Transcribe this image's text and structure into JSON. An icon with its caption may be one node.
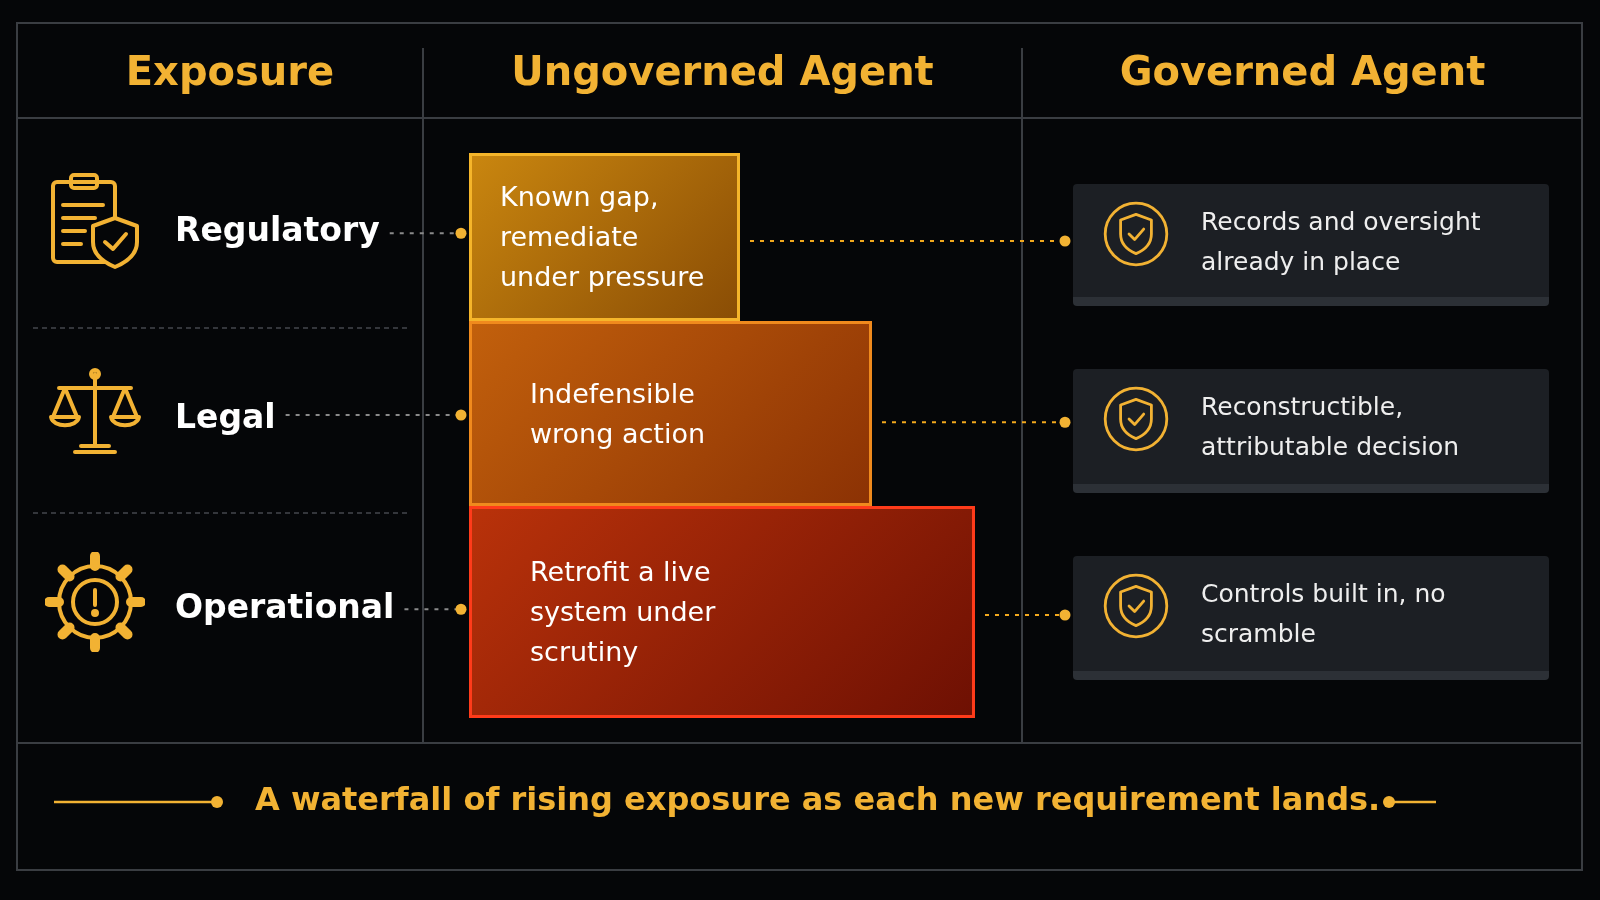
{
  "diagram": {
    "caption": "A waterfall of rising exposure as each new requirement lands.",
    "nodes": [
      {
        "text": [
          "Regulatory"
        ]
      },
      {
        "text": [
          "Legal"
        ]
      },
      {
        "text": [
          "Operational"
        ]
      },
      {
        "text": [
          "Known gap, remediate under pressure"
        ]
      },
      {
        "text": [
          "Indefensible wrong action"
        ]
      },
      {
        "text": [
          "Retrofit a live system under scrutiny"
        ]
      },
      {
        "text": [
          "Records and oversight already in place"
        ]
      },
      {
        "text": [
          "Reconstructible, attributable decision"
        ]
      },
      {
        "text": [
          "Controls built in, no scramble"
        ]
      }
    ],
    "edges": [
      {
        "from": 0,
        "to": 3,
        "arrow": "other",
        "style": "dashed",
        "color": "#8a8a8a"
      },
      {
        "from": 1,
        "to": 4,
        "arrow": "other",
        "style": "dashed",
        "color": "#8a8a8a"
      },
      {
        "from": 2,
        "to": 5,
        "arrow": "other",
        "style": "dashed",
        "color": "#8a8a8a"
      },
      {
        "from": 3,
        "to": 6,
        "arrow": "other",
        "style": "dashed",
        "color": "#f2a81d"
      },
      {
        "from": 4,
        "to": 7,
        "arrow": "other",
        "style": "dashed",
        "color": "#f2a81d"
      },
      {
        "from": 5,
        "to": 8,
        "arrow": "other",
        "style": "dashed",
        "color": "#f2a81d"
      }
    ],
    "labels": [
      "Exposure",
      "Ungoverned Agent",
      "Governed Agent"
    ]
  }
}
